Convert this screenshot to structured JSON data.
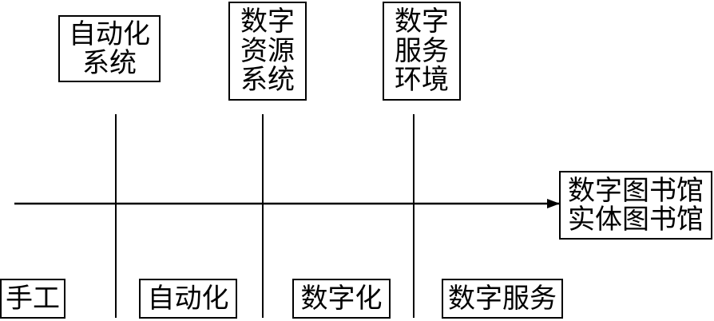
{
  "diagram": {
    "top_boxes": {
      "automation_system": [
        "自动化",
        "系统"
      ],
      "digital_resource_system": [
        "数字",
        "资源",
        "系统"
      ],
      "digital_service_environment": [
        "数字",
        "服务",
        "环境"
      ]
    },
    "right_box": [
      "数字图书馆",
      "实体图书馆"
    ],
    "stages": {
      "manual": "手工",
      "automation": "自动化",
      "digitization": "数字化",
      "digital_service": "数字服务"
    }
  }
}
